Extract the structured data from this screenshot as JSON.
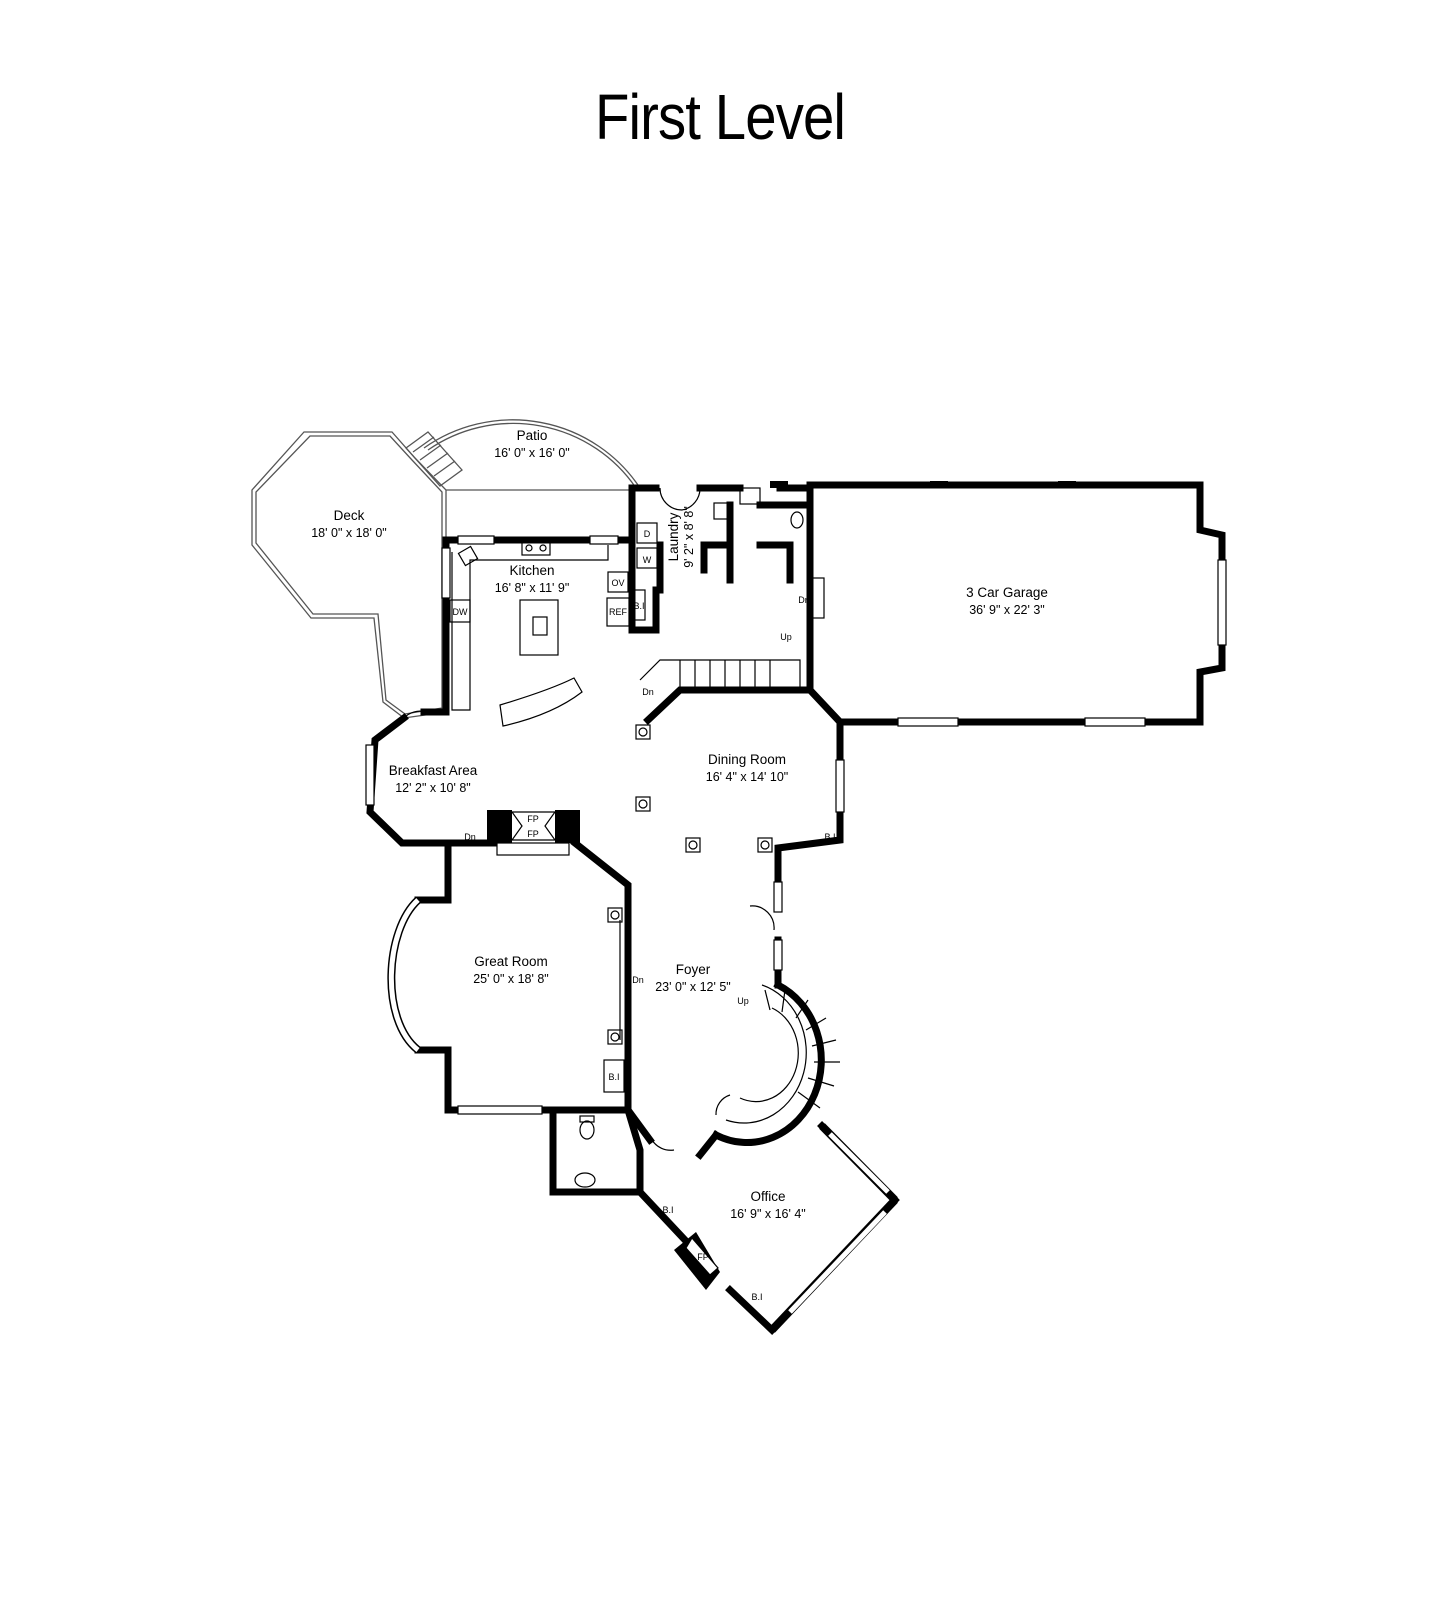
{
  "title": "First Level",
  "rooms": {
    "patio": {
      "name": "Patio",
      "dims": "16' 0\" x 16' 0\""
    },
    "deck": {
      "name": "Deck",
      "dims": "18' 0\" x 18' 0\""
    },
    "kitchen": {
      "name": "Kitchen",
      "dims": "16' 8\" x 11' 9\""
    },
    "laundry": {
      "name": "Laundry",
      "dims": "9' 2\" x 8' 8\""
    },
    "garage": {
      "name": "3 Car Garage",
      "dims": "36' 9\" x 22' 3\""
    },
    "breakfast": {
      "name": "Breakfast Area",
      "dims": "12' 2\" x 10' 8\""
    },
    "dining": {
      "name": "Dining Room",
      "dims": "16' 4\" x 14' 10\""
    },
    "great": {
      "name": "Great Room",
      "dims": "25' 0\" x 18' 8\""
    },
    "foyer": {
      "name": "Foyer",
      "dims": "23' 0\" x 12' 5\""
    },
    "office": {
      "name": "Office",
      "dims": "16' 9\" x 16' 4\""
    }
  },
  "fixtures": {
    "dw": "DW",
    "ov": "OV",
    "ref": "REF",
    "dryer": "D",
    "washer": "W",
    "bi": "B.I",
    "fp": "FP",
    "dn": "Dn",
    "up": "Up"
  }
}
